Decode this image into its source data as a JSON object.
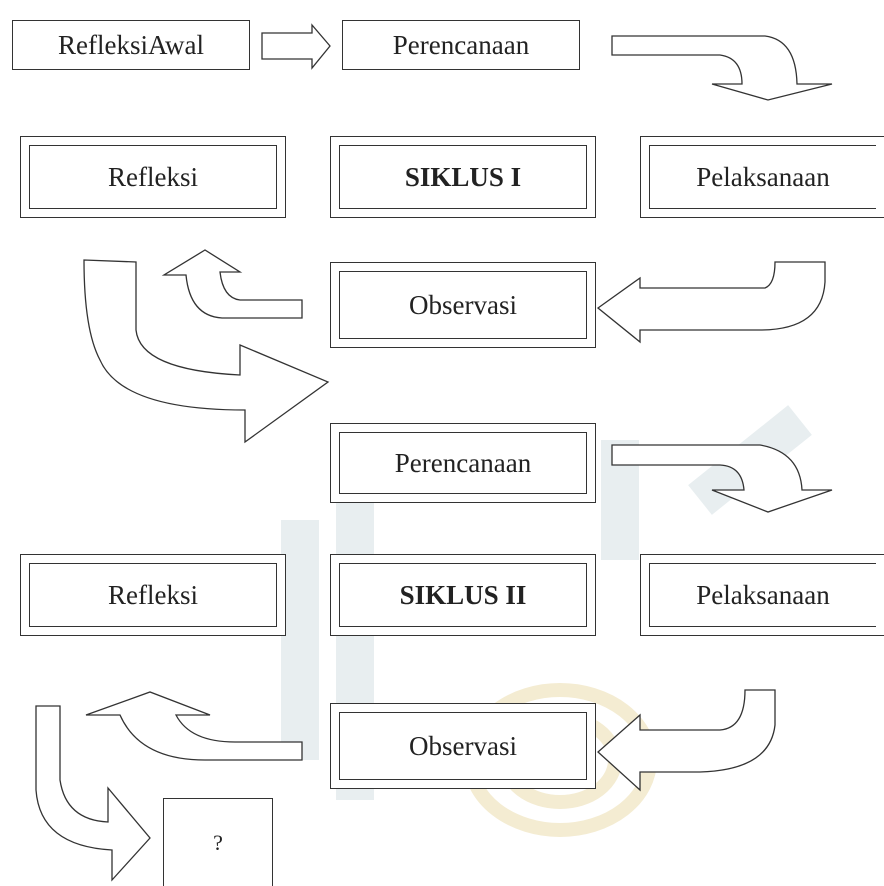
{
  "row1": {
    "refleksi_awal": "RefleksiAwal",
    "perencanaan": "Perencanaan"
  },
  "cycle1": {
    "refleksi": "Refleksi",
    "title": "SIKLUS I",
    "pelaksanaan": "Pelaksanaan",
    "observasi": "Observasi"
  },
  "cycle2": {
    "perencanaan": "Perencanaan",
    "refleksi": "Refleksi",
    "title": "SIKLUS II",
    "pelaksanaan": "Pelaksanaan",
    "observasi": "Observasi"
  },
  "end": {
    "label": "?"
  },
  "colors": {
    "stroke": "#333333",
    "watermark": "#e8eef0",
    "watermark_gold": "#f4ecd2"
  }
}
